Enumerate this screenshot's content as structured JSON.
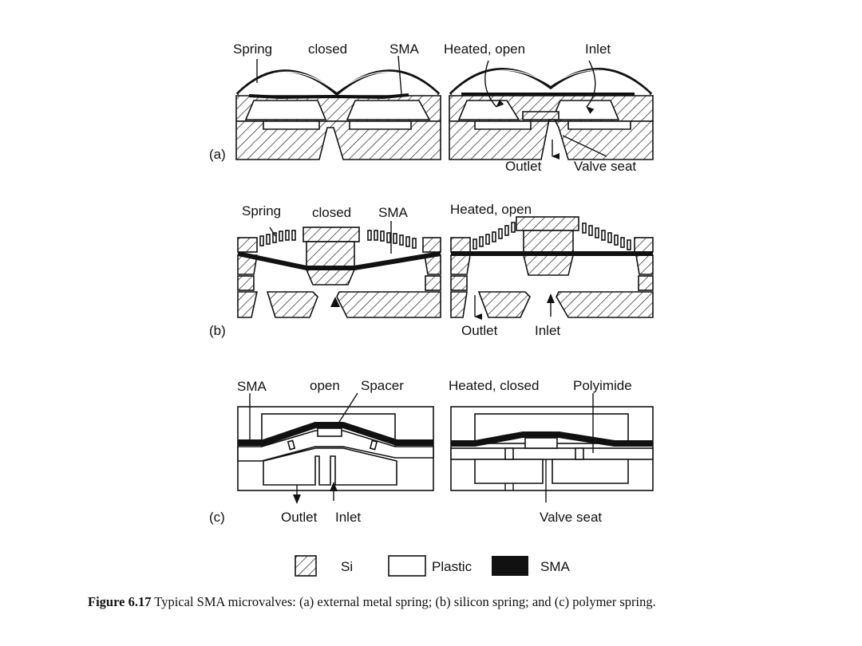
{
  "panel_a": {
    "tag": "(a)",
    "left": {
      "spring": "Spring",
      "state": "closed",
      "sma": "SMA"
    },
    "right": {
      "state": "Heated, open",
      "inlet": "Inlet",
      "outlet": "Outlet",
      "valve_seat": "Valve seat"
    }
  },
  "panel_b": {
    "tag": "(b)",
    "left": {
      "spring": "Spring",
      "state": "closed",
      "sma": "SMA"
    },
    "right": {
      "state": "Heated, open",
      "outlet": "Outlet",
      "inlet": "Inlet"
    }
  },
  "panel_c": {
    "tag": "(c)",
    "left": {
      "sma": "SMA",
      "state": "open",
      "spacer": "Spacer",
      "outlet": "Outlet",
      "inlet": "Inlet"
    },
    "right": {
      "state": "Heated, closed",
      "polyimide": "Polyimide",
      "valve_seat": "Valve seat"
    }
  },
  "legend": {
    "si": "Si",
    "plastic": "Plastic",
    "sma": "SMA"
  },
  "caption": {
    "figure_number": "Figure 6.17",
    "text": " Typical SMA microvalves: (a) external metal spring; (b) silicon spring; and (c) polymer spring."
  }
}
